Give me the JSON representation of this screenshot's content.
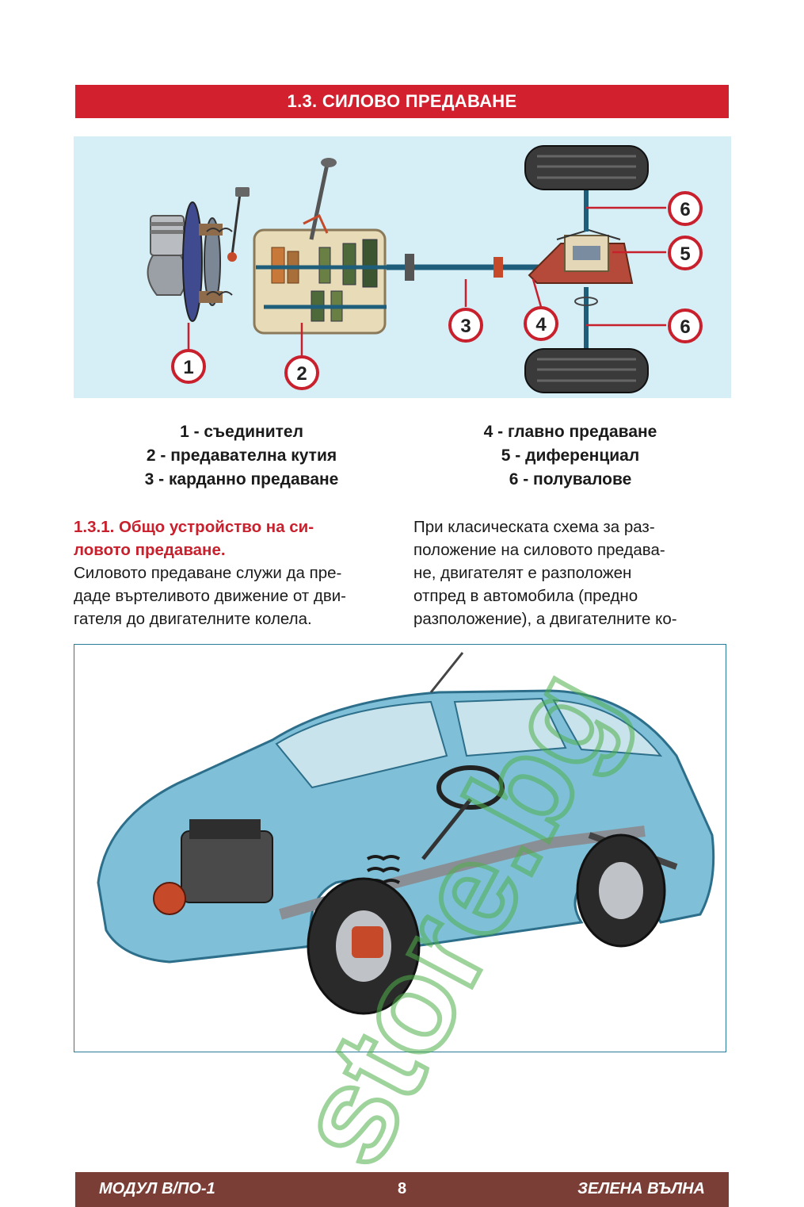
{
  "title": "1.3. СИЛОВО ПРЕДАВАНЕ",
  "diagram": {
    "callouts": [
      "1",
      "2",
      "3",
      "4",
      "5",
      "6",
      "6"
    ]
  },
  "legend": {
    "left": [
      "1 - съединител",
      "2 - предавателна кутия",
      "3 - карданно предаване"
    ],
    "right": [
      "4 - главно предаване",
      "5 - диференциал",
      "6 - полувалове"
    ]
  },
  "section": {
    "heading_line1": "1.3.1. Общо устройство на си-",
    "heading_line2": "ловото предаване.",
    "left_text": [
      "Силовото предаване служи да пре-",
      "даде въртеливото движение от дви-",
      "гателя до двигателните колела."
    ],
    "right_text": [
      "При класическата схема за раз-",
      "положение на силовото предава-",
      "не, двигателят е разположен",
      "отпред в автомобила (предно",
      "разположение), а двигателните ко-"
    ]
  },
  "footer": {
    "left": "МОДУЛ В/ПО-1",
    "page": "8",
    "right": "ЗЕЛЕНА ВЪЛНА"
  },
  "watermark": "store.bg",
  "colors": {
    "title_bar": "#d2202e",
    "heading_red": "#c8202d",
    "footer_bar": "#7a3e36",
    "diagram_bg": "#d6eef6",
    "watermark": "#4fae4a"
  }
}
